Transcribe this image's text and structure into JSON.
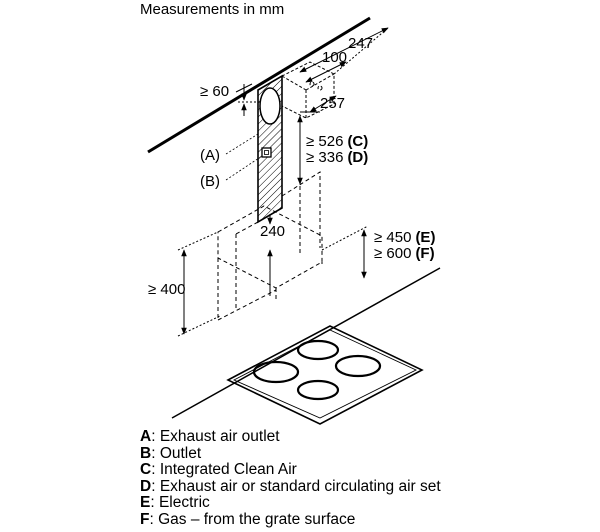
{
  "title": "Measurements in mm",
  "dimensions": {
    "d247": "247",
    "d100": "100",
    "d60": "≥ 60",
    "d257": "257",
    "d526_val": "≥ 526",
    "d526_key": "(C)",
    "d336_val": "≥ 336",
    "d336_key": "(D)",
    "d240": "240",
    "d450_val": "≥ 450",
    "d450_key": "(E)",
    "d600_val": "≥ 600",
    "d600_key": "(F)",
    "d400": "≥ 400"
  },
  "callouts": {
    "a": "(A)",
    "b": "(B)"
  },
  "legend": [
    {
      "key": "A",
      "text": ": Exhaust air outlet"
    },
    {
      "key": "B",
      "text": ": Outlet"
    },
    {
      "key": "C",
      "text": ": Integrated Clean Air"
    },
    {
      "key": "D",
      "text": ": Exhaust air or standard circulating air set"
    },
    {
      "key": "E",
      "text": ": Electric"
    },
    {
      "key": "F",
      "text": ": Gas – from the grate surface"
    }
  ]
}
